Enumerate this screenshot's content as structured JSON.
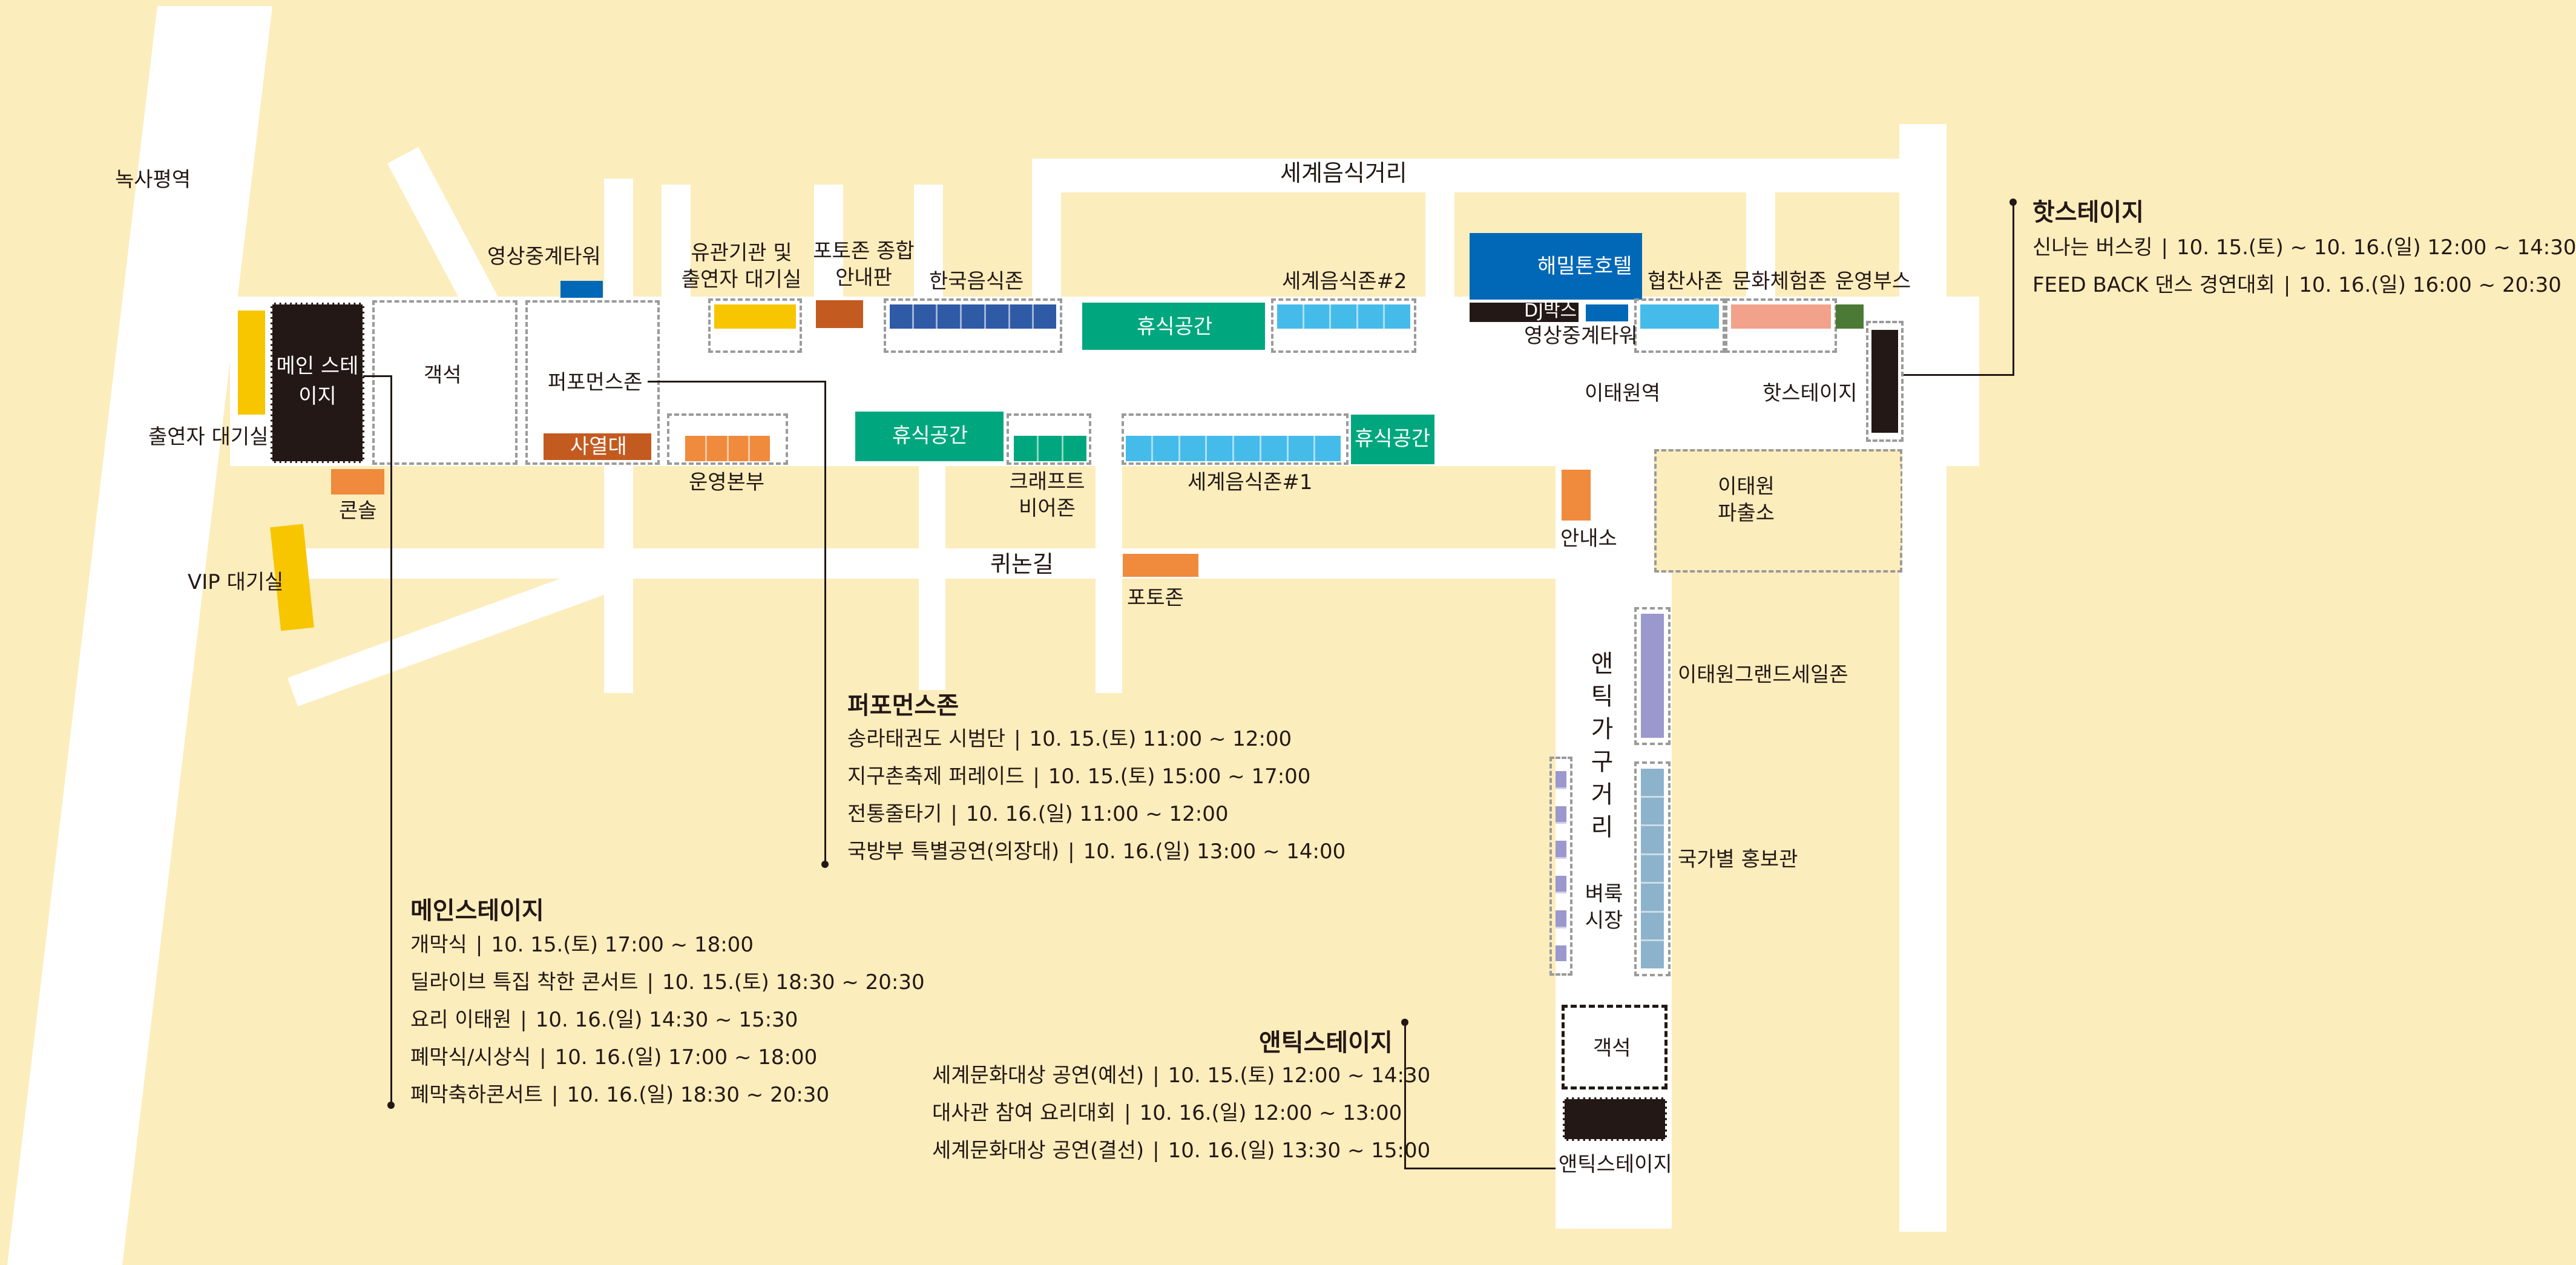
{
  "map": {
    "places": {
      "noksapyeong": "녹사평역",
      "world_food_street": "세계음식거리",
      "video_tower_top": "영상중계타워",
      "related_org": "유관기관 및 출연자 대기실",
      "photo_zone_info": "포토존 종합안내판",
      "korean_food": "한국음식존",
      "rest_top": "휴식공간",
      "world_food_2": "세계음식존#2",
      "hamilton": "해밀톤호텔",
      "dj_booth": "DJ박스",
      "video_tower_2": "영상중계타워",
      "sponsor_zone": "협찬사존",
      "culture_zone": "문화체험존",
      "ops_booth": "운영부스",
      "main_stage_box": "메인 스테이지",
      "seats_main": "객석",
      "performance_zone": "퍼포먼스존",
      "performer_wait": "출연자 대기실",
      "sayeoldae": "사열대",
      "console": "콘솔",
      "ops_hq": "운영본부",
      "rest_left": "휴식공간",
      "craft_beer": "크래프트 비어존",
      "world_food_1": "세계음식존#1",
      "rest_right": "휴식공간",
      "itaewon_station": "이태원역",
      "hot_stage_label": "핫스테이지",
      "police": "이태원 파출소",
      "info_center": "안내소",
      "vip_wait": "VIP 대기실",
      "quinon": "퀴논길",
      "photo_zone": "포토존",
      "antique_street": "앤틱가구거리",
      "grand_sale": "이태원그랜드세일존",
      "flea_market": "벼룩시장",
      "country_pr": "국가별 홍보관",
      "seats_antique": "객석",
      "antique_stage": "앤틱스테이지"
    },
    "colors": {
      "background": "#fcedbc",
      "road": "#ffffff",
      "stage": "#231815",
      "yellow": "#f7c600",
      "orange": "#f08a3c",
      "rust": "#c35a1f",
      "navy": "#2f5aa5",
      "green": "#00a77e",
      "sky": "#45bbea",
      "hotel": "#0068b7",
      "salmon": "#f2a28a",
      "olive": "#4a7a35",
      "purple": "#9a98cc",
      "steel": "#8db3cc"
    }
  },
  "schedules": {
    "hot_stage": {
      "title": "핫스테이지",
      "events": [
        {
          "name": "신나는 버스킹",
          "time": "10. 15.(토) ~ 10. 16.(일) 12:00 ~ 14:30"
        },
        {
          "name": "FEED BACK 댄스 경연대회",
          "time": "10. 16.(일) 16:00 ~ 20:30"
        }
      ]
    },
    "performance_zone": {
      "title": "퍼포먼스존",
      "events": [
        {
          "name": "송라태권도 시범단",
          "time": "10. 15.(토) 11:00 ~ 12:00"
        },
        {
          "name": "지구촌축제 퍼레이드",
          "time": "10. 15.(토) 15:00 ~ 17:00"
        },
        {
          "name": "전통줄타기",
          "time": "10. 16.(일) 11:00 ~ 12:00"
        },
        {
          "name": "국방부 특별공연(의장대)",
          "time": "10. 16.(일) 13:00 ~ 14:00"
        }
      ]
    },
    "main_stage": {
      "title": "메인스테이지",
      "events": [
        {
          "name": "개막식",
          "time": "10. 15.(토) 17:00 ~ 18:00"
        },
        {
          "name": "딜라이브 특집 착한 콘서트",
          "time": "10. 15.(토) 18:30 ~ 20:30"
        },
        {
          "name": "요리 이태원",
          "time": "10. 16.(일) 14:30 ~ 15:30"
        },
        {
          "name": "폐막식/시상식",
          "time": "10. 16.(일) 17:00 ~ 18:00"
        },
        {
          "name": "폐막축하콘서트",
          "time": "10. 16.(일) 18:30 ~ 20:30"
        }
      ]
    },
    "antique_stage": {
      "title": "앤틱스테이지",
      "events": [
        {
          "name": "세계문화대상 공연(예선)",
          "time": "10. 15.(토) 12:00 ~ 14:30"
        },
        {
          "name": "대사관 참여 요리대회",
          "time": "10. 16.(일) 12:00 ~ 13:00"
        },
        {
          "name": "세계문화대상 공연(결선)",
          "time": "10. 16.(일) 13:30 ~ 15:00"
        }
      ]
    }
  }
}
